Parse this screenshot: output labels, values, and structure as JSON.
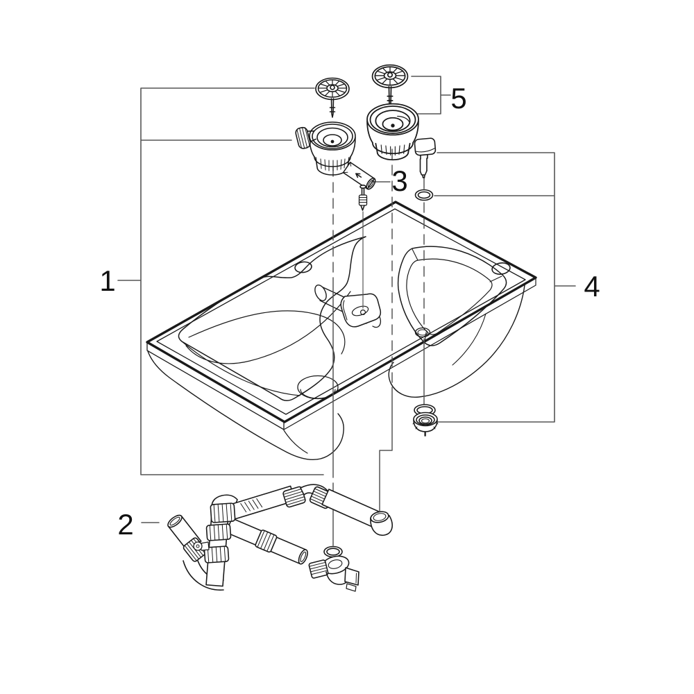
{
  "canvas": {
    "background": "#ffffff",
    "outline_color": "#1a1a1a",
    "guide_color": "#555555"
  },
  "callouts": [
    {
      "text": "1",
      "part": "sink-basin"
    },
    {
      "text": "2",
      "part": "drain-trap-pipe-assembly"
    },
    {
      "text": "3",
      "part": "overflow-sleeve-and-screw"
    },
    {
      "text": "4",
      "part": "basket-drain-fittings"
    },
    {
      "text": "5",
      "part": "strainer-basket-and-stopper"
    }
  ]
}
